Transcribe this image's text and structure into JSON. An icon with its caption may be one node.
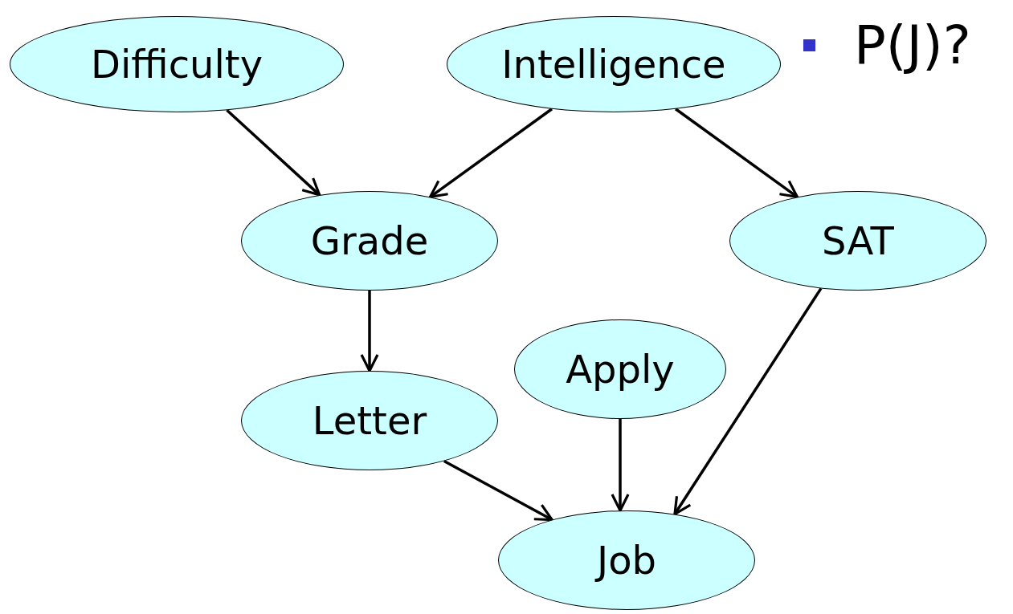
{
  "diagram": {
    "nodes": [
      {
        "text": [
          "Difficulty"
        ]
      },
      {
        "text": [
          "Intelligence"
        ]
      },
      {
        "text": [
          "Grade"
        ]
      },
      {
        "text": [
          "SAT"
        ]
      },
      {
        "text": [
          "Letter"
        ]
      },
      {
        "text": [
          "Apply"
        ]
      },
      {
        "text": [
          "Job"
        ]
      }
    ],
    "edges": [
      {
        "from": 0,
        "to": 2,
        "arrow": "to"
      },
      {
        "from": 1,
        "to": 2,
        "arrow": "to"
      },
      {
        "from": 1,
        "to": 3,
        "arrow": "to"
      },
      {
        "from": 2,
        "to": 4,
        "arrow": "to"
      },
      {
        "from": 4,
        "to": 6,
        "arrow": "to"
      },
      {
        "from": 5,
        "to": 6,
        "arrow": "to"
      },
      {
        "from": 3,
        "to": 6,
        "arrow": "to"
      }
    ],
    "labels": [
      "P(J)?"
    ]
  }
}
